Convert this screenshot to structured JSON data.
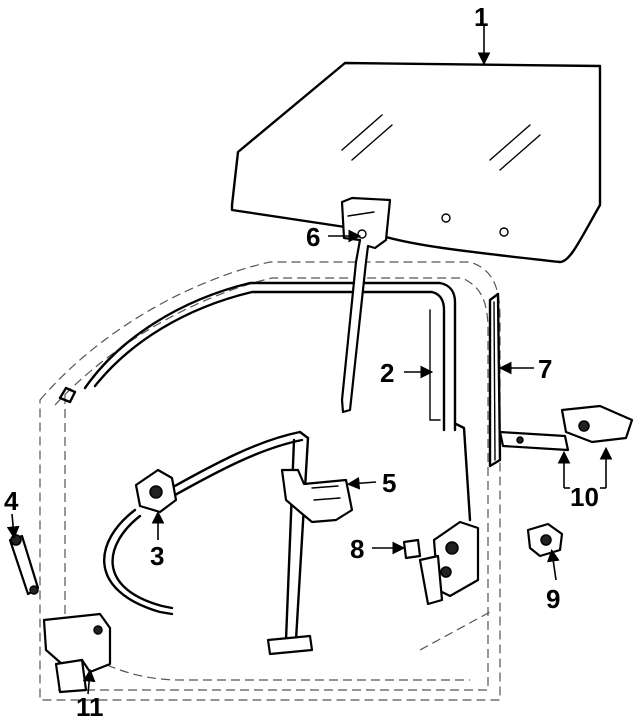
{
  "callouts": [
    {
      "id": "c1",
      "label": "1"
    },
    {
      "id": "c2",
      "label": "2"
    },
    {
      "id": "c3",
      "label": "3"
    },
    {
      "id": "c4",
      "label": "4"
    },
    {
      "id": "c5",
      "label": "5"
    },
    {
      "id": "c6",
      "label": "6"
    },
    {
      "id": "c7",
      "label": "7"
    },
    {
      "id": "c8",
      "label": "8"
    },
    {
      "id": "c9",
      "label": "9"
    },
    {
      "id": "c10",
      "label": "10"
    },
    {
      "id": "c11",
      "label": "11"
    }
  ],
  "colors": {
    "ink": "#000000",
    "background": "#ffffff"
  }
}
